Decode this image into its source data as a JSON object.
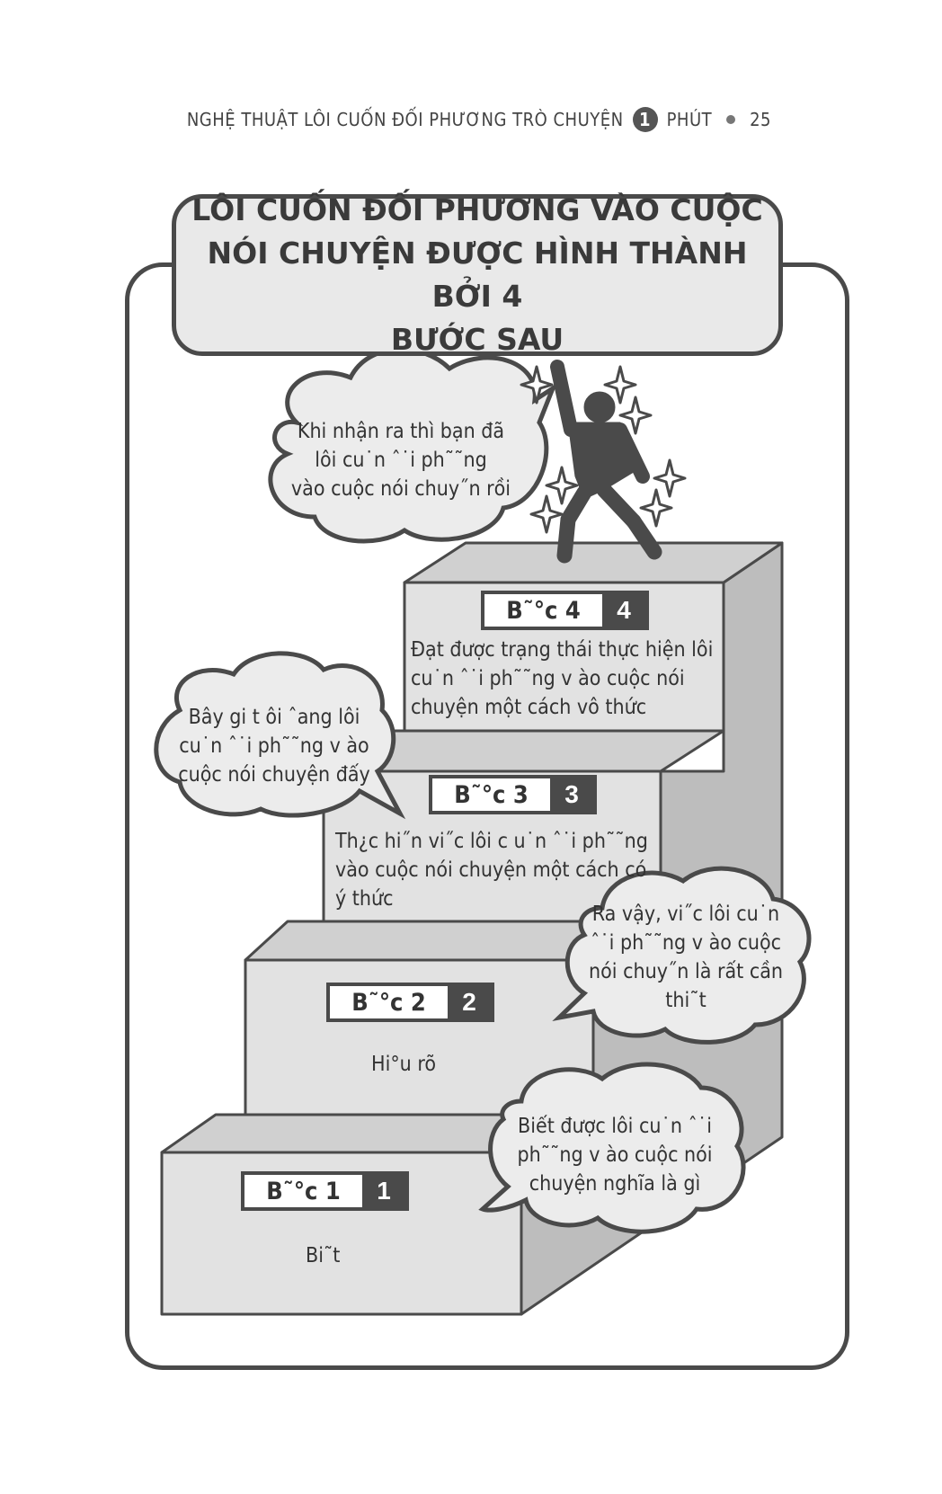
{
  "header": {
    "title_before": "NGHỆ THUẬT LÔI CUỐN ĐỐI PHƯƠNG TRÒ CHUYỆN",
    "circle_number": "1",
    "title_after": "PHÚT",
    "page_number": "25"
  },
  "diagram": {
    "title": "LÔI CUỐN ĐỐI PHƯƠNG VÀO CUỘC\nNÓI CHUYỆN ĐƯỢC HÌNH THÀNH BỞI 4\nBƯỚC SAU",
    "steps": [
      {
        "label": "B˜°c 1",
        "number": "1",
        "description": "Bi˜t"
      },
      {
        "label": "B˜°c 2",
        "number": "2",
        "description": "Hi°u rõ"
      },
      {
        "label": "B˜°c 3",
        "number": "3",
        "description": "Th¿c hi˝n vi˝c lôi c u˙n ˆ˙i ph˜˜ng\nvào cuộc nói chuyện một cách có\ný thức"
      },
      {
        "label": "B˜°c 4",
        "number": "4",
        "description": "Đạt được trạng thái thực hiện lôi\ncu˙n ˆ˙i ph˜˜ng v  ào cuộc nói\nchuyện một cách vô thức"
      }
    ],
    "bubbles": {
      "top": "Khi nhận ra thì bạn đã\nlôi cu˙n ˆ˙i ph˜˜ng\nvào cuộc nói chuy˝n rồi",
      "left": "Bây gi  t ôi ˆang lôi\ncu˙n ˆ˙i ph˜˜ng v  ào\ncuộc nói chuyện đấy",
      "right_middle": "Ra vậy, vi˝c lôi cu˙n\nˆ˙i ph˜˜ng v  ào cuộc\nnói chuy˝n là rất cần\nthi˜t",
      "right_bottom": "Biết được lôi cu˙n ˆ˙i\nph˜˜ng v ào cuộc nói\nchuyện nghĩa là gì"
    }
  },
  "colors": {
    "stroke": "#4a4a4a",
    "step_front": "#e2e2e2",
    "step_top": "#d0d0d0",
    "step_side": "#bdbdbd",
    "bubble_fill": "#ececec",
    "figure": "#4a4a4a"
  }
}
